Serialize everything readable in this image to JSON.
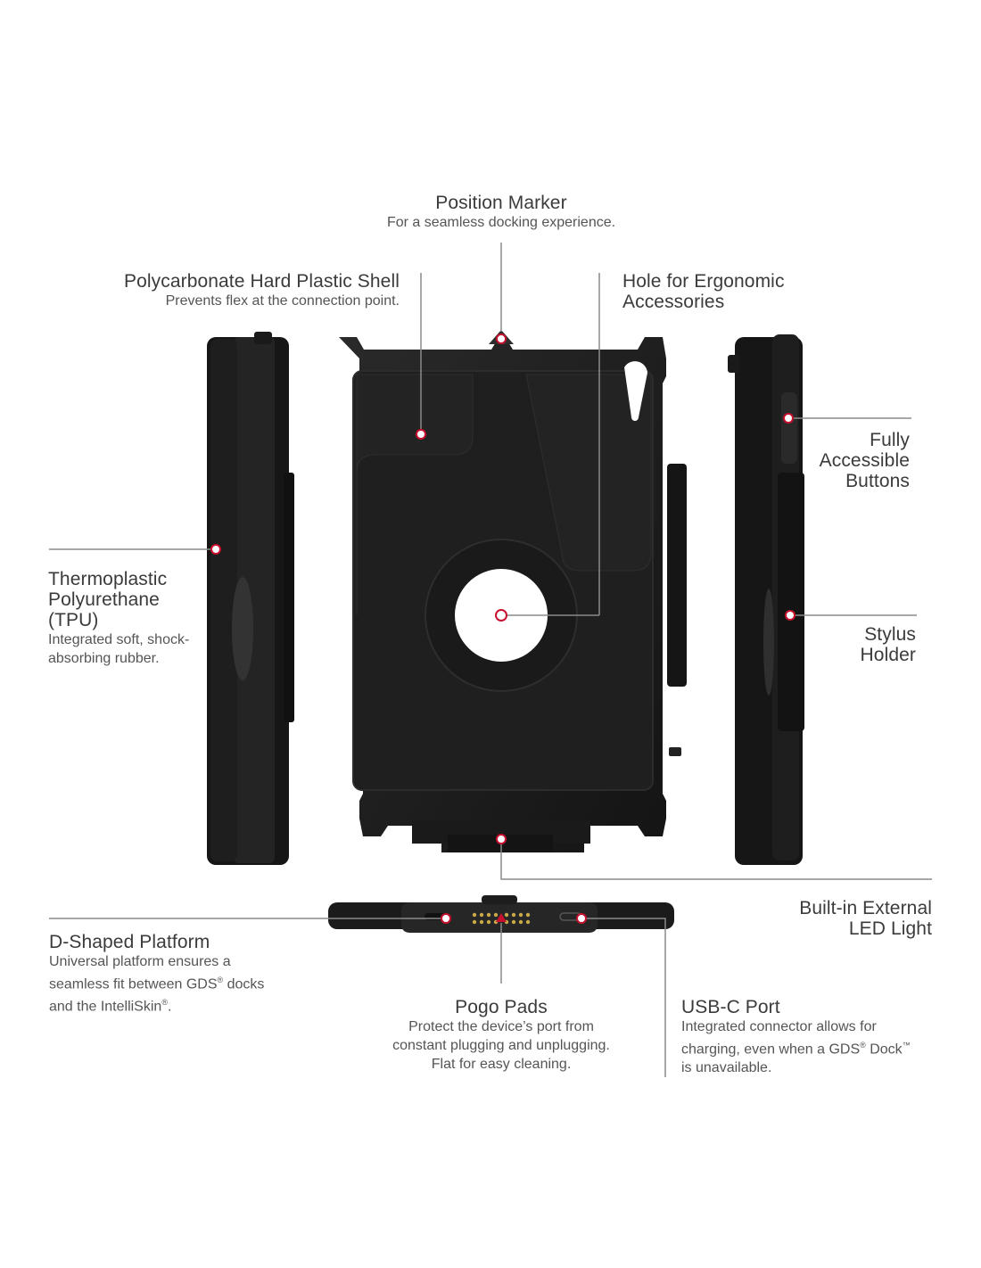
{
  "callouts": {
    "position_marker": {
      "title": "Position Marker",
      "subtitle": "For a seamless docking experience."
    },
    "polycarbonate": {
      "title": "Polycarbonate Hard Plastic Shell",
      "subtitle": "Prevents flex at the connection point."
    },
    "ergonomic": {
      "title_line1": "Hole for Ergonomic",
      "title_line2": "Accessories"
    },
    "buttons": {
      "line1": "Fully",
      "line2": "Accessible",
      "line3": "Buttons"
    },
    "tpu": {
      "line1": "Thermoplastic",
      "line2": "Polyurethane",
      "line3": "(TPU)",
      "sub1": "Integrated soft, shock-",
      "sub2": "absorbing rubber."
    },
    "stylus": {
      "line1": "Stylus",
      "line2": "Holder"
    },
    "led": {
      "line1": "Built-in External",
      "line2": "LED Light"
    },
    "platform": {
      "title": "D-Shaped Platform",
      "sub1": "Universal platform ensures a",
      "sub2_a": "seamless fit between GDS",
      "sub2_sup": "®",
      "sub2_b": " docks",
      "sub3_a": "and the IntelliSkin",
      "sub3_sup": "®",
      "sub3_b": "."
    },
    "pogo": {
      "title": "Pogo Pads",
      "sub1": "Protect the device’s port from",
      "sub2": "constant plugging and unplugging.",
      "sub3": "Flat for easy cleaning."
    },
    "usbc": {
      "title": "USB-C Port",
      "sub1": "Integrated connector allows for",
      "sub2_a": "charging, even when a GDS",
      "sub2_sup1": "®",
      "sub2_b": " Dock",
      "sub2_sup2": "™",
      "sub3": "is unavailable."
    }
  },
  "colors": {
    "marker_red": "#c8102e",
    "leader_gray": "#8a8a8a",
    "case_black": "#1b1b1b"
  }
}
